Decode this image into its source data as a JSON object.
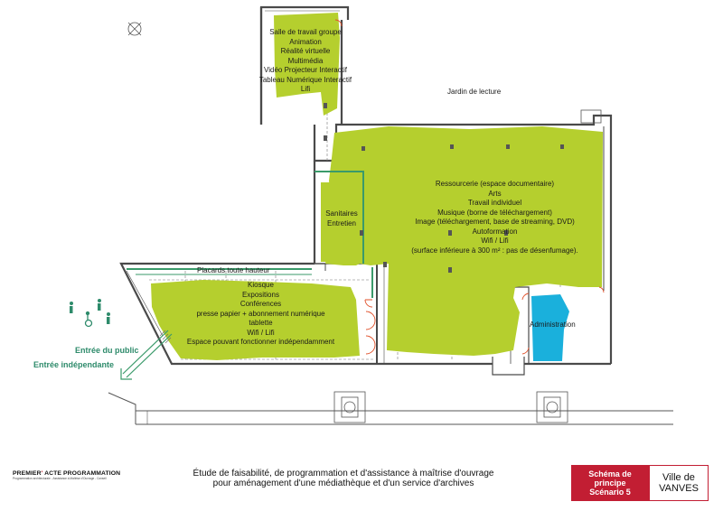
{
  "zones": {
    "travail_groupe": "Salle de travail groupe\nAnimation\nRéalité virtuelle\nMultimédia\nVidéo Projecteur Interactif\nTableau Numérique Interactif\nLifi",
    "jardin": "Jardin de lecture",
    "ressourcerie": "Ressourcerie (espace documentaire)\nArts\nTravail individuel\nMusique (borne de téléchargement)\nImage (téléchargement, base de streaming, DVD)\nAutoformation\nWifi / Lifi\n(surface inférieure à 300 m² : pas de désenfumage).",
    "sanitaires": "Sanitaires\nEntretien",
    "placards": "Placards toute hauteur",
    "kiosque": "Kiosque\nExpositions\nConférences\npresse papier + abonnement numérique\ntablette\nWifi / Lifi\nEspace pouvant fonctionner indépendamment",
    "administration": "Administration"
  },
  "entries": {
    "public": "Entrée du public",
    "independante": "Entrée indépendante"
  },
  "footer": {
    "logo_part1": "PREMIER",
    "logo_apos": "'",
    "logo_part2": "ACTE PROGRAMMATION",
    "logo_sub": "Programmation architecturale - Assistance à Maîtrise d'Ouvrage - Conseil",
    "title_line1": "Étude de faisabilité, de programmation et d'assistance à maîtrise d'ouvrage",
    "title_line2": "pour aménagement d'une médiathèque et d'un service d'archives",
    "badge_line1": "Schéma de",
    "badge_line2": "principe",
    "badge_line3": "Scénario 5",
    "city_line1": "Ville de",
    "city_line2": "VANVES"
  },
  "colors": {
    "zone_fill": "#b5cf2e",
    "admin_fill": "#1ab0dc",
    "wall": "#4a4a4a",
    "green_line": "#3a9a6a",
    "door": "#e0502a",
    "brand_red": "#c21e33"
  }
}
